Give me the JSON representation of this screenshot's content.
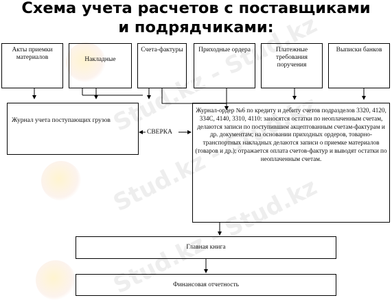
{
  "title": {
    "line1": "Схема учета расчетов с поставщиками",
    "line2": "и подрядчиками:"
  },
  "sources": [
    "Акты приемки материалов",
    "Накладные",
    "Счета-фактуры",
    "Приходные ордера",
    "Платежные требования поручения",
    "Выписки банков"
  ],
  "journal_goods": "Журнал учета поступающих грузов",
  "sverka": "СВЕРКА",
  "journal_order": "Журнал-ордер №6 по кредиту и дебиту счетов подразделов 3320, 4120, 334С, 4140, 3310, 4110: заносятся остатки по неоплаченным счетам, делаются записи по поступившим акцептованным счетам-фактурам и др. документам; на основании приходных ордеров, товарно-транспортных накладных делаются записи о приемке материалов (товаров и др.); отражается оплата счетов-фактур и выводят остатки по неоплаченным счетам.",
  "ledger": "Главная книга",
  "reporting": "Финансовая отчетность",
  "watermark": "Stud.kz - Stud.kz",
  "colors": {
    "lines": "#000000",
    "watermark": "#969696"
  }
}
